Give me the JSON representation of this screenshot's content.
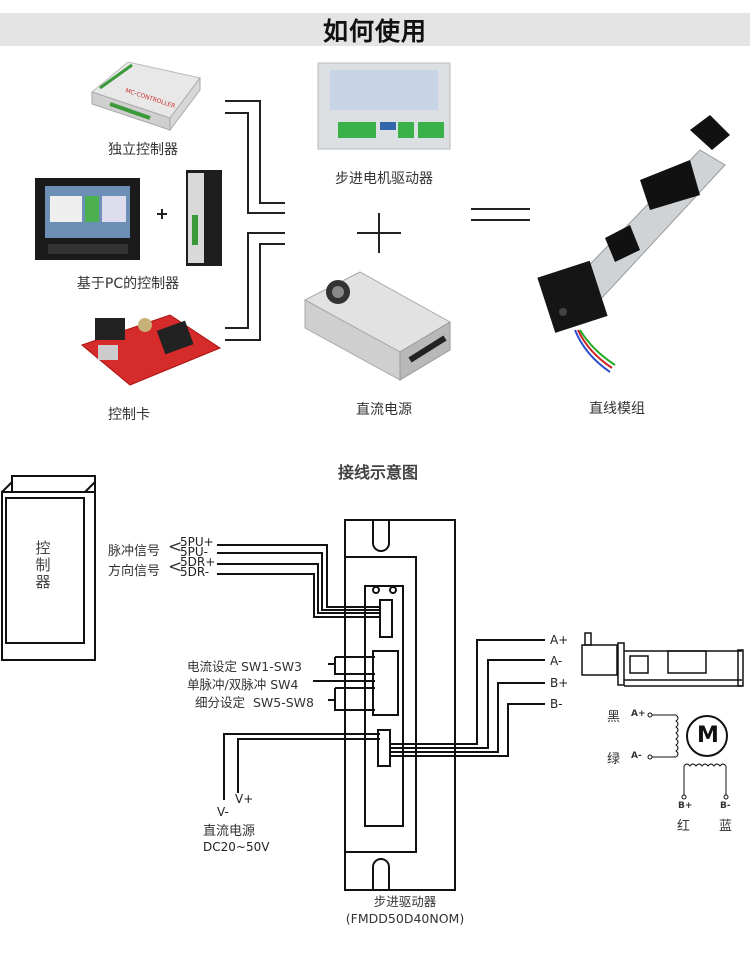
{
  "header": {
    "title": "如何使用"
  },
  "products": {
    "standalone_controller": "独立控制器",
    "pc_controller": "基于PC的控制器",
    "plus": "+",
    "control_card": "控制卡",
    "stepper_driver": "步进电机驱动器",
    "dc_power": "直流电源",
    "linear_module": "直线模组",
    "combine_symbol": "+",
    "equals_symbol": "="
  },
  "wiring": {
    "title": "接线示意图",
    "controller_label": "控制器",
    "pulse_signal": "脉冲信号",
    "direction_signal": "方向信号",
    "pins_left": [
      "5PU+",
      "5PU-",
      "5DR+",
      "5DR-"
    ],
    "switch_labels": [
      {
        "name": "电流设定",
        "sw": "SW1-SW3"
      },
      {
        "name": "单脉冲/双脉冲",
        "sw": "SW4"
      },
      {
        "name": "细分设定",
        "sw": "SW5-SW8"
      }
    ],
    "power": {
      "v_minus": "V-",
      "v_plus": "V+",
      "label": "直流电源",
      "range": "DC20~50V"
    },
    "motor_pins": [
      "A+",
      "A-",
      "B+",
      "B-"
    ],
    "coil": {
      "a_plus": "A+",
      "a_minus": "A-",
      "b_plus": "B+",
      "b_minus": "B-",
      "black": "黑",
      "green": "绿",
      "red": "红",
      "blue": "蓝",
      "motor": "M"
    },
    "driver_label": "步进驱动器",
    "driver_model": "(FMDD50D40NOM)"
  }
}
